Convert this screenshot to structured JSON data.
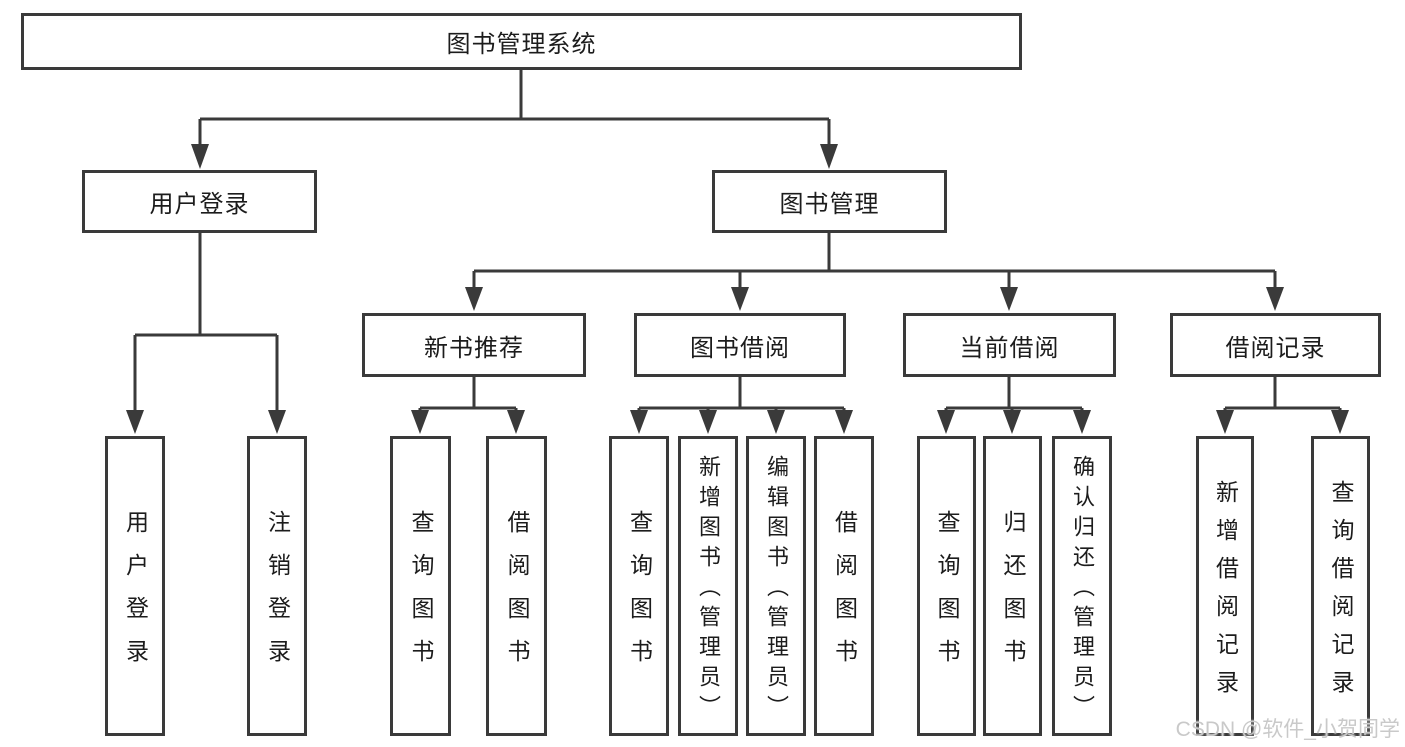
{
  "diagram": {
    "root": {
      "label": "图书管理系统"
    },
    "branches": [
      {
        "label": "用户登录",
        "children": [
          {
            "label": "用户登录"
          },
          {
            "label": "注销登录"
          }
        ]
      },
      {
        "label": "图书管理",
        "children": [
          {
            "label": "新书推荐",
            "children": [
              {
                "label": "查询图书"
              },
              {
                "label": "借阅图书"
              }
            ]
          },
          {
            "label": "图书借阅",
            "children": [
              {
                "label": "查询图书"
              },
              {
                "label": "新增图书（管理员）"
              },
              {
                "label": "编辑图书（管理员）"
              },
              {
                "label": "借阅图书"
              }
            ]
          },
          {
            "label": "当前借阅",
            "children": [
              {
                "label": "查询图书"
              },
              {
                "label": "归还图书"
              },
              {
                "label": "确认归还（管理员）"
              }
            ]
          },
          {
            "label": "借阅记录",
            "children": [
              {
                "label": "新增借阅记录"
              },
              {
                "label": "查询借阅记录"
              }
            ]
          }
        ]
      }
    ]
  },
  "watermark": {
    "text": "CSDN @软件_小贺同学",
    "color": "#c9c9c9"
  },
  "colors": {
    "line": "#3a3a3a",
    "text": "#1c1c1c",
    "background": "#ffffff"
  }
}
